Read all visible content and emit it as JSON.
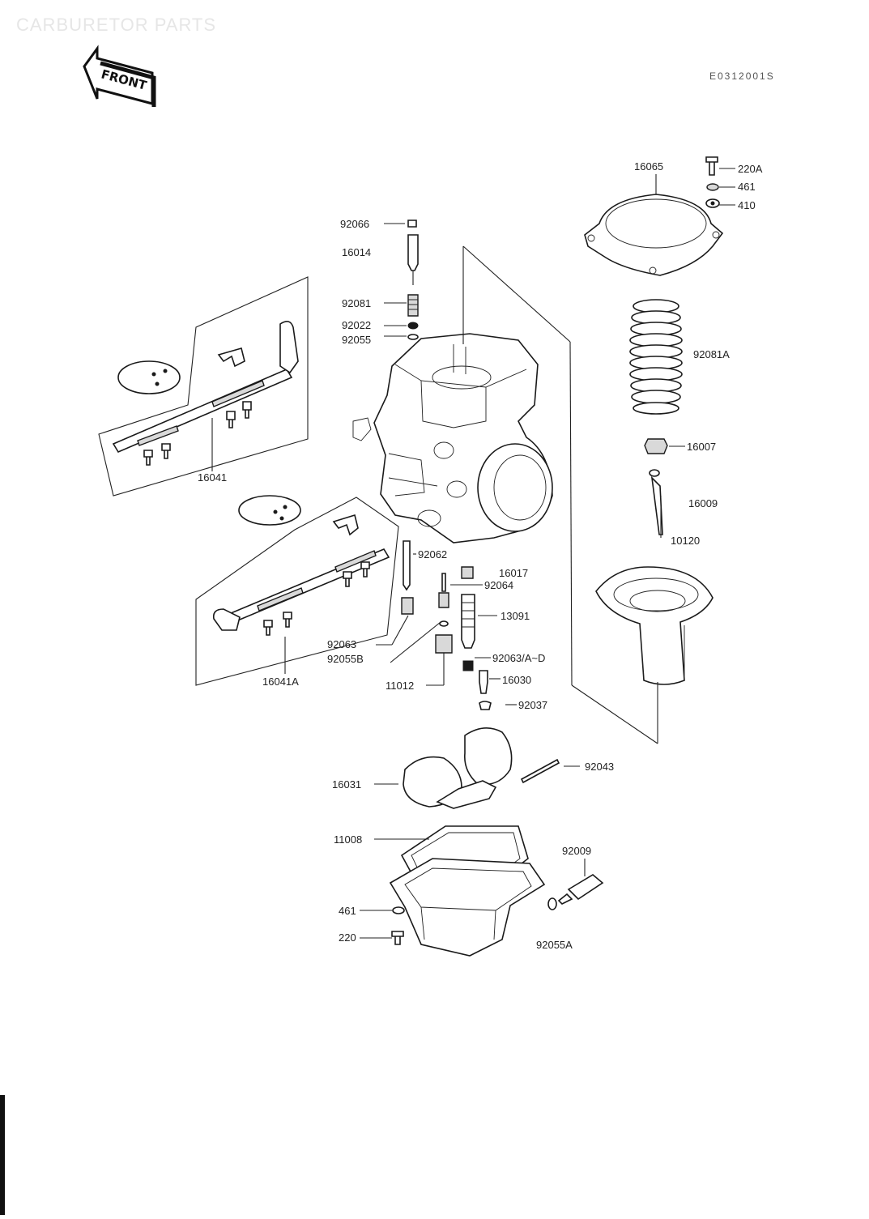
{
  "header": {
    "title": "CARBURETOR PARTS",
    "front_arrow_label": "FRONT",
    "figure_code": "E0312001S"
  },
  "callouts": {
    "p220A": "220A",
    "p461_top": "461",
    "p410": "410",
    "p16065": "16065",
    "p92066": "92066",
    "p16014": "16014",
    "p92081": "92081",
    "p92022": "92022",
    "p92055": "92055",
    "p92081A": "92081A",
    "p16007": "16007",
    "p16009": "16009",
    "p10120": "10120",
    "p16041": "16041",
    "p16041A": "16041A",
    "p92062": "92062",
    "p16017": "16017",
    "p92064": "92064",
    "p13091": "13091",
    "p92063": "92063",
    "p92055B": "92055B",
    "p92063AD": "92063/A~D",
    "p16030": "16030",
    "p11012": "11012",
    "p92037": "92037",
    "p92043": "92043",
    "p16031": "16031",
    "p11008": "11008",
    "p92009": "92009",
    "p461_bottom": "461",
    "p220": "220",
    "p92055A": "92055A"
  }
}
